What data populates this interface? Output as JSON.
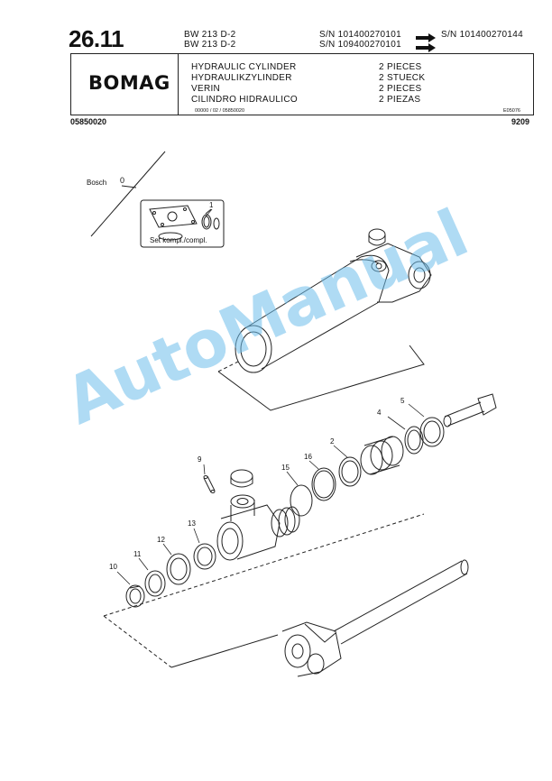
{
  "header": {
    "section_number": "26.11",
    "models": [
      "BW 213 D-2",
      "BW 213 D-2"
    ],
    "serials_from": [
      "S/N 101400270101",
      "S/N 109400270101"
    ],
    "serial_to": "S/N 101400270144"
  },
  "title_box": {
    "logo": "BOMAG",
    "descriptions": [
      "HYDRAULIC CYLINDER",
      "HYDRAULIKZYLINDER",
      "VERIN",
      "CILINDRO HIDRAULICO"
    ],
    "quantities": [
      "2 PIECES",
      "2 STUECK",
      "2 PIECES",
      "2 PIEZAS"
    ],
    "ref_code": "00000 / 02 / 05850020",
    "drawing_code": "E05076"
  },
  "footer_info": {
    "part_number": "05850020",
    "date_code": "9209"
  },
  "diagram": {
    "bosch_label": "Bosch",
    "bosch_item": "0",
    "set_label": "Set kompl./compl.",
    "callouts": [
      "1",
      "2",
      "4",
      "5",
      "9",
      "10",
      "11",
      "12",
      "13",
      "15",
      "16"
    ]
  },
  "watermark": "AutoManual"
}
